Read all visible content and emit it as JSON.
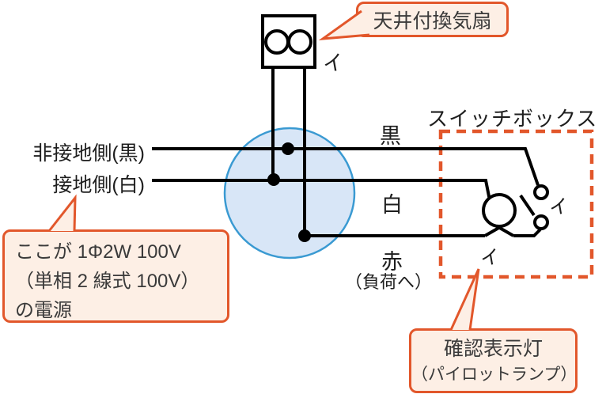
{
  "labels": {
    "source_hot": "非接地側(黒)",
    "source_neutral": "接地側(白)",
    "wire_black": "黒",
    "wire_white": "白",
    "wire_red": "赤",
    "to_load": "（負荷へ）",
    "switch_box": "スイッチボックス",
    "circuit_fan": "イ",
    "circuit_switch": "イ",
    "circuit_lamp": "イ"
  },
  "callouts": {
    "fan": {
      "text": "天井付換気扇"
    },
    "power": {
      "lines": [
        "ここが 1Φ2W 100V",
        "（単相 2 線式 100V）",
        "の電源"
      ]
    },
    "lamp": {
      "lines": [
        "確認表示灯",
        "（パイロットランプ）"
      ]
    }
  },
  "icons": {
    "ceiling_fan_symbol": "double-circle-in-box",
    "outlet_box_symbol": "blue-circle",
    "pilot_lamp_symbol": "circle",
    "switch_symbol": "two-contacts-with-lever"
  },
  "colors": {
    "accent_orange": "#e2572b",
    "callout_fill": "#fdefe5",
    "outlet_box_fill": "#d8e6f7",
    "outlet_box_stroke": "#3a9ad2",
    "wire_color": "#000000"
  }
}
